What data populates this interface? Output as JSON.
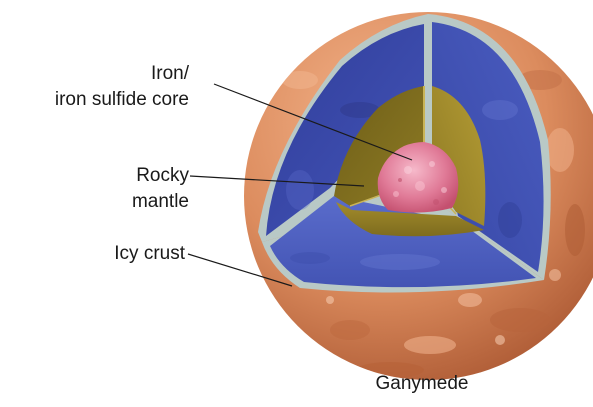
{
  "diagram": {
    "caption": "Ganymede",
    "labels": {
      "core_line1": "Iron/",
      "core_line2": "iron sulfide core",
      "mantle_line1": "Rocky",
      "mantle_line2": "mantle",
      "crust": "Icy crust"
    },
    "colors": {
      "surface": "#D98A5C",
      "surface_dark": "#B8653A",
      "crust": "#3E4FB0",
      "crust_light": "#5868C6",
      "mantle": "#8C7A22",
      "mantle_light": "#A9922E",
      "core": "#E0708E",
      "core_light": "#F2A5BA",
      "edge_ice": "#B8C8C8",
      "leader": "#1a1a1a"
    }
  }
}
